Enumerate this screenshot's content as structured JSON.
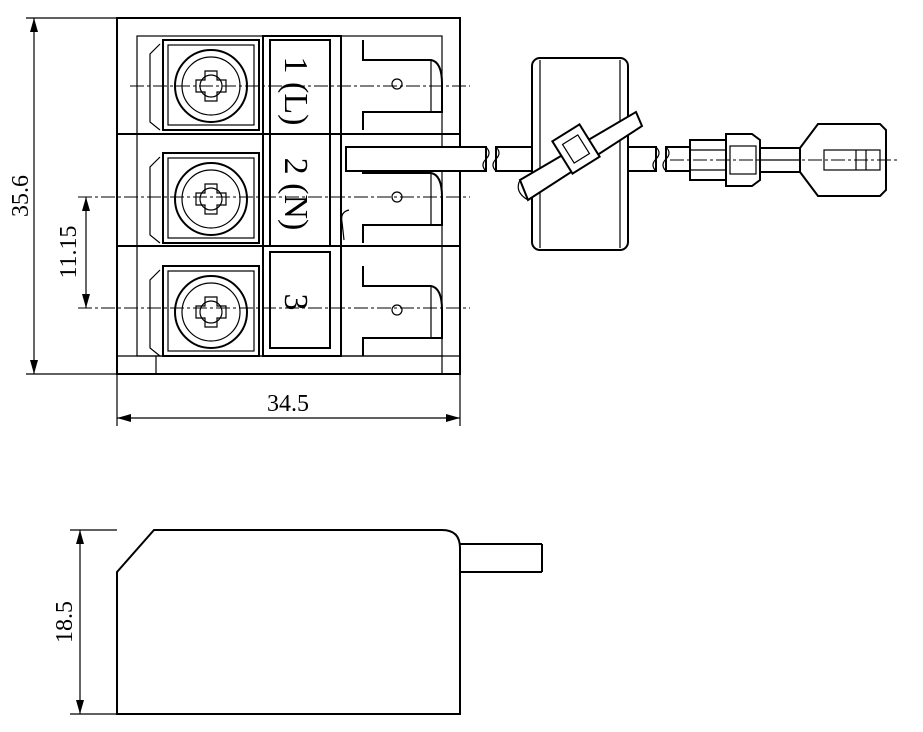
{
  "dimensions": {
    "height_total": "35.6",
    "pitch": "11.15",
    "width_total": "34.5",
    "side_height": "18.5"
  },
  "terminals": [
    {
      "label": "1 (L)"
    },
    {
      "label": "2 (N)"
    },
    {
      "label": "3"
    }
  ]
}
